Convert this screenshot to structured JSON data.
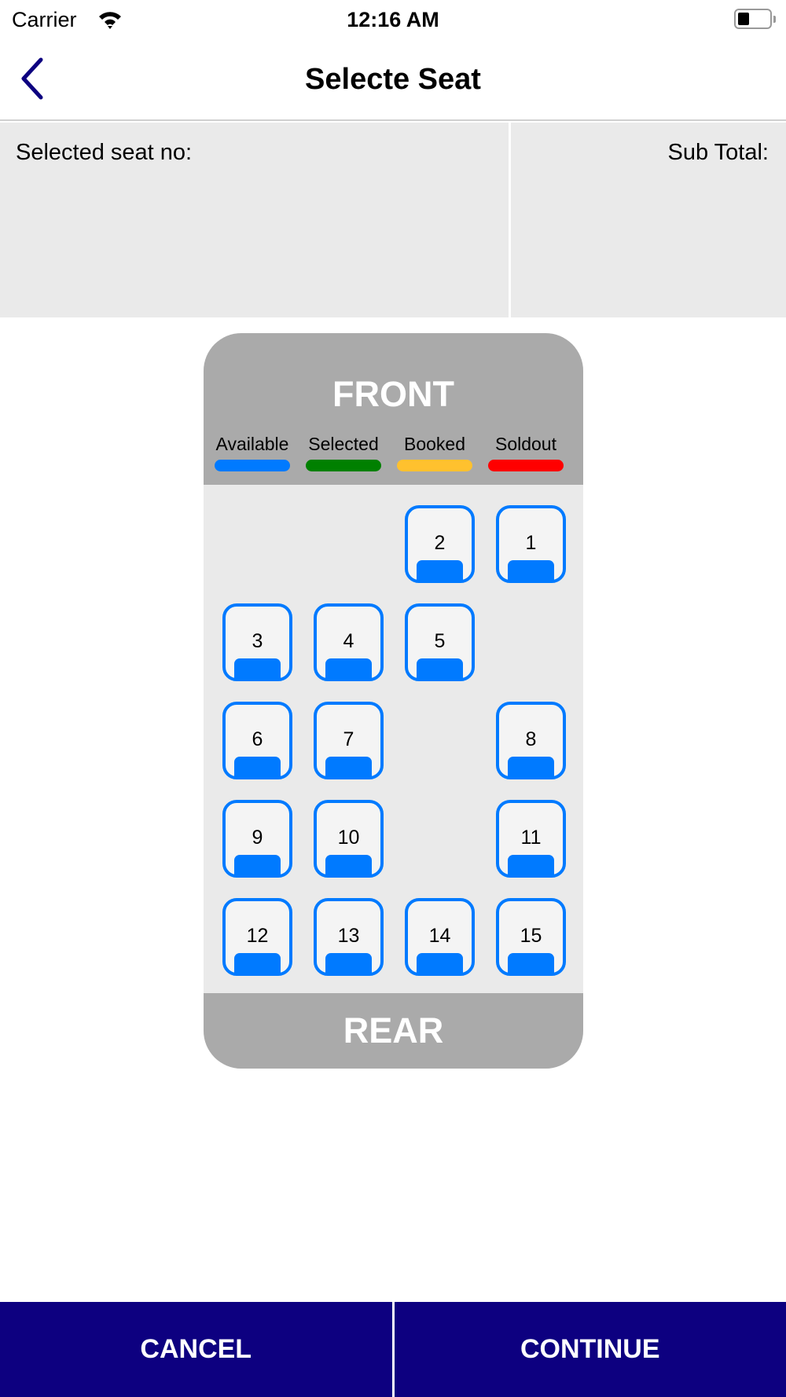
{
  "status_bar": {
    "carrier": "Carrier",
    "time": "12:16 AM"
  },
  "nav": {
    "title": "Selecte Seat"
  },
  "summary": {
    "seat_label": "Selected seat no:",
    "subtotal_label": "Sub Total:"
  },
  "layout": {
    "front": "FRONT",
    "rear": "REAR",
    "legend": [
      {
        "label": "Available",
        "color": "#007aff"
      },
      {
        "label": "Selected",
        "color": "#008000"
      },
      {
        "label": "Booked",
        "color": "#ffc12e"
      },
      {
        "label": "Soldout",
        "color": "#ff0000"
      }
    ],
    "seats": [
      [
        null,
        null,
        "2",
        "1"
      ],
      [
        "3",
        "4",
        "5",
        null
      ],
      [
        "6",
        "7",
        null,
        "8"
      ],
      [
        "9",
        "10",
        null,
        "11"
      ],
      [
        "12",
        "13",
        "14",
        "15"
      ]
    ]
  },
  "actions": {
    "cancel": "CANCEL",
    "continue": "CONTINUE"
  }
}
